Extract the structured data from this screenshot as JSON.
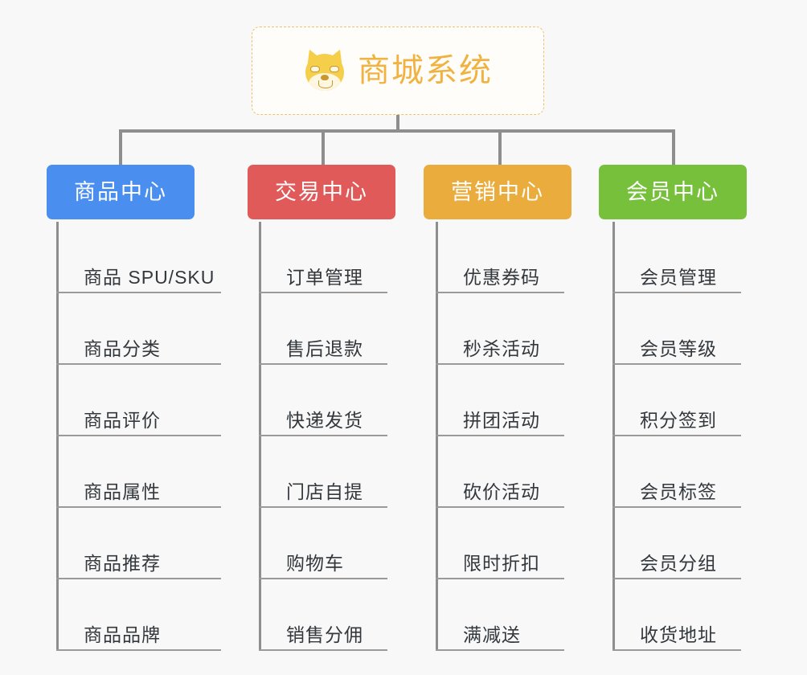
{
  "background_color": "#f8f8f8",
  "root": {
    "title": "商城系统",
    "icon": "dog-face-icon",
    "text_color": "#f0b341",
    "border_color": "#f0c070",
    "background_color": "#fffdfa"
  },
  "connector_color": "#8e8e8e",
  "columns": [
    {
      "id": "product-center",
      "header": "商品中心",
      "color": "#4a8ef0",
      "items": [
        "商品 SPU/SKU",
        "商品分类",
        "商品评价",
        "商品属性",
        "商品推荐",
        "商品品牌"
      ]
    },
    {
      "id": "trade-center",
      "header": "交易中心",
      "color": "#e05a5a",
      "items": [
        "订单管理",
        "售后退款",
        "快递发货",
        "门店自提",
        "购物车",
        "销售分佣"
      ]
    },
    {
      "id": "marketing-center",
      "header": "营销中心",
      "color": "#eaac3c",
      "items": [
        "优惠券码",
        "秒杀活动",
        "拼团活动",
        "砍价活动",
        "限时折扣",
        "满减送"
      ]
    },
    {
      "id": "member-center",
      "header": "会员中心",
      "color": "#76c03c",
      "items": [
        "会员管理",
        "会员等级",
        "积分签到",
        "会员标签",
        "会员分组",
        "收货地址"
      ]
    }
  ]
}
